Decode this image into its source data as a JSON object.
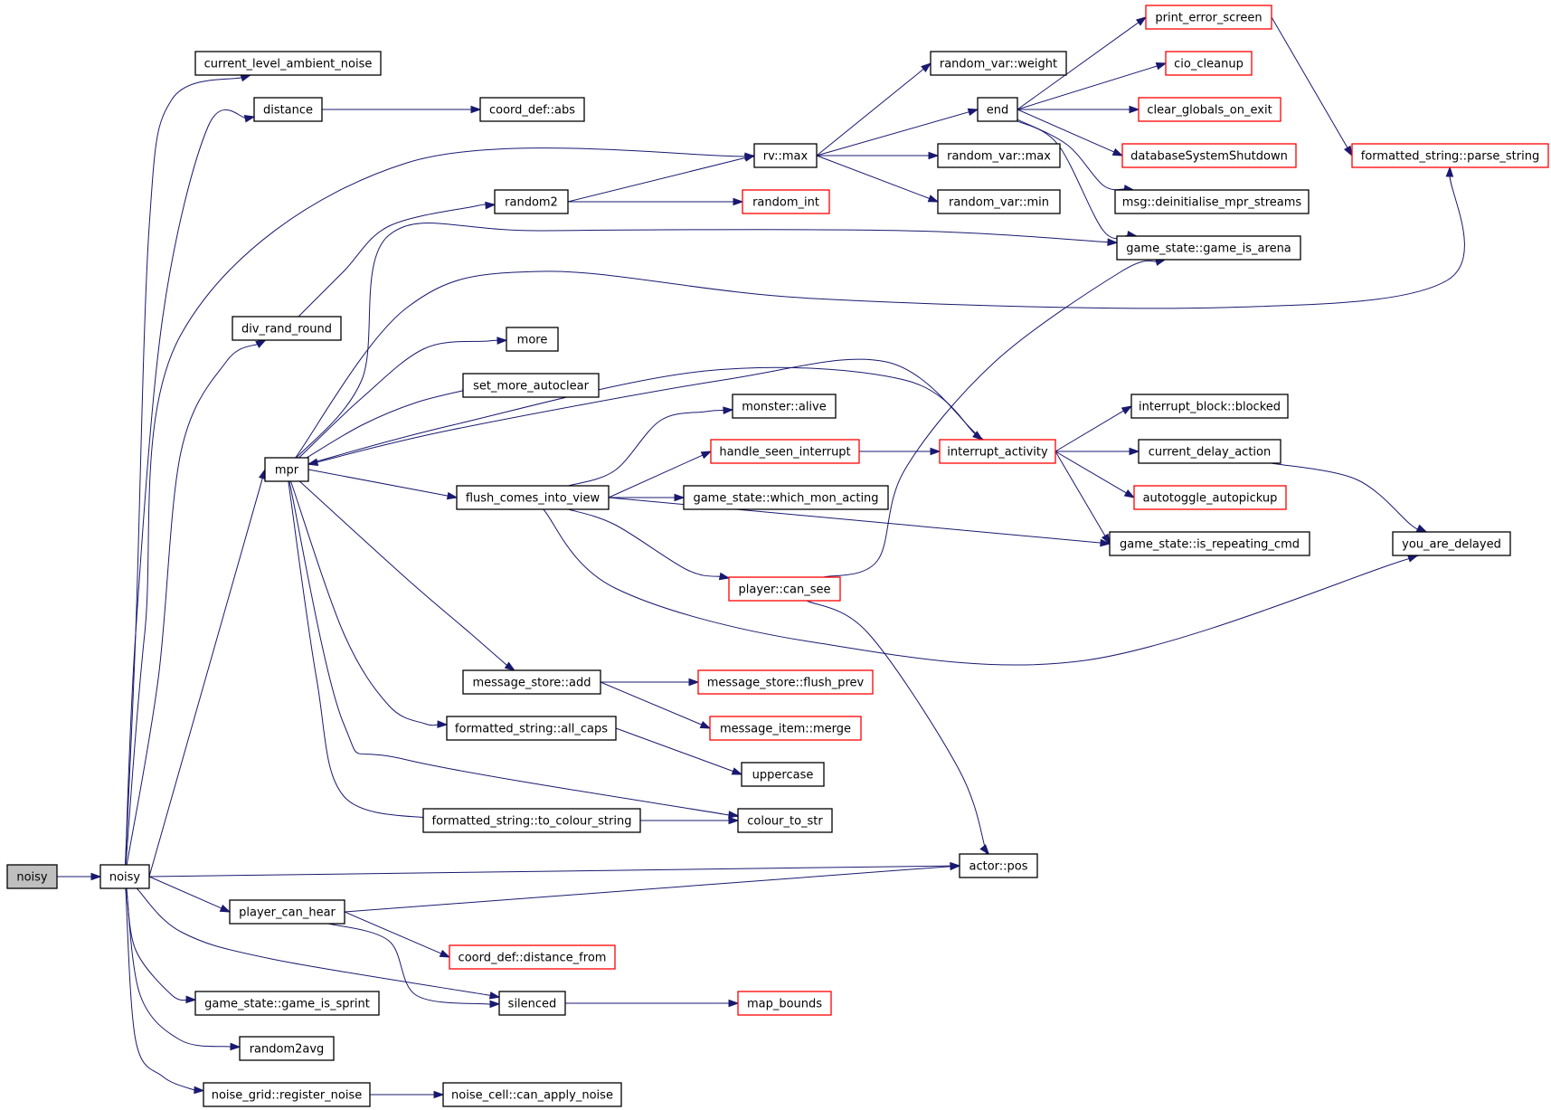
{
  "colors": {
    "edge": "#191970",
    "node_border": "#000000",
    "truncated_node_border": "#ff0000",
    "root_fill": "#bfbfbf"
  },
  "nodes": [
    {
      "id": "noisy_root",
      "label": "noisy",
      "style": "root"
    },
    {
      "id": "noisy",
      "label": "noisy",
      "style": "black"
    },
    {
      "id": "current_level_ambient_noise",
      "label": "current_level_ambient_noise",
      "style": "black"
    },
    {
      "id": "distance",
      "label": "distance",
      "style": "black"
    },
    {
      "id": "coord_def_abs",
      "label": "coord_def::abs",
      "style": "black"
    },
    {
      "id": "rv_max",
      "label": "rv::max",
      "style": "black"
    },
    {
      "id": "random2",
      "label": "random2",
      "style": "black"
    },
    {
      "id": "random_int",
      "label": "random_int",
      "style": "red"
    },
    {
      "id": "random_var_weight",
      "label": "random_var::weight",
      "style": "black"
    },
    {
      "id": "end",
      "label": "end",
      "style": "black"
    },
    {
      "id": "random_var_max",
      "label": "random_var::max",
      "style": "black"
    },
    {
      "id": "random_var_min",
      "label": "random_var::min",
      "style": "black"
    },
    {
      "id": "print_error_screen",
      "label": "print_error_screen",
      "style": "red"
    },
    {
      "id": "cio_cleanup",
      "label": "cio_cleanup",
      "style": "red"
    },
    {
      "id": "clear_globals_on_exit",
      "label": "clear_globals_on_exit",
      "style": "red"
    },
    {
      "id": "databaseSystemShutdown",
      "label": "databaseSystemShutdown",
      "style": "red"
    },
    {
      "id": "msg_deinitialise",
      "label": "msg::deinitialise_mpr_streams",
      "style": "black"
    },
    {
      "id": "game_is_arena",
      "label": "game_state::game_is_arena",
      "style": "black"
    },
    {
      "id": "parse_string",
      "label": "formatted_string::parse_string",
      "style": "red"
    },
    {
      "id": "div_rand_round",
      "label": "div_rand_round",
      "style": "black"
    },
    {
      "id": "mpr",
      "label": "mpr",
      "style": "black"
    },
    {
      "id": "more",
      "label": "more",
      "style": "black"
    },
    {
      "id": "set_more_autoclear",
      "label": "set_more_autoclear",
      "style": "black"
    },
    {
      "id": "monster_alive",
      "label": "monster::alive",
      "style": "black"
    },
    {
      "id": "handle_seen_interrupt",
      "label": "handle_seen_interrupt",
      "style": "red"
    },
    {
      "id": "interrupt_activity",
      "label": "interrupt_activity",
      "style": "red"
    },
    {
      "id": "interrupt_block_blocked",
      "label": "interrupt_block::blocked",
      "style": "black"
    },
    {
      "id": "current_delay_action",
      "label": "current_delay_action",
      "style": "black"
    },
    {
      "id": "autotoggle_autopickup",
      "label": "autotoggle_autopickup",
      "style": "red"
    },
    {
      "id": "flush_comes_into_view",
      "label": "flush_comes_into_view",
      "style": "black"
    },
    {
      "id": "which_mon_acting",
      "label": "game_state::which_mon_acting",
      "style": "black"
    },
    {
      "id": "is_repeating_cmd",
      "label": "game_state::is_repeating_cmd",
      "style": "black"
    },
    {
      "id": "you_are_delayed",
      "label": "you_are_delayed",
      "style": "black"
    },
    {
      "id": "player_can_see",
      "label": "player::can_see",
      "style": "red"
    },
    {
      "id": "message_store_add",
      "label": "message_store::add",
      "style": "black"
    },
    {
      "id": "message_store_flush_prev",
      "label": "message_store::flush_prev",
      "style": "red"
    },
    {
      "id": "message_item_merge",
      "label": "message_item::merge",
      "style": "red"
    },
    {
      "id": "all_caps",
      "label": "formatted_string::all_caps",
      "style": "black"
    },
    {
      "id": "uppercase",
      "label": "uppercase",
      "style": "black"
    },
    {
      "id": "to_colour_string",
      "label": "formatted_string::to_colour_string",
      "style": "black"
    },
    {
      "id": "colour_to_str",
      "label": "colour_to_str",
      "style": "black"
    },
    {
      "id": "actor_pos",
      "label": "actor::pos",
      "style": "black"
    },
    {
      "id": "player_can_hear",
      "label": "player_can_hear",
      "style": "black"
    },
    {
      "id": "distance_from",
      "label": "coord_def::distance_from",
      "style": "red"
    },
    {
      "id": "silenced",
      "label": "silenced",
      "style": "black"
    },
    {
      "id": "map_bounds",
      "label": "map_bounds",
      "style": "red"
    },
    {
      "id": "game_is_sprint",
      "label": "game_state::game_is_sprint",
      "style": "black"
    },
    {
      "id": "random2avg",
      "label": "random2avg",
      "style": "black"
    },
    {
      "id": "register_noise",
      "label": "noise_grid::register_noise",
      "style": "black"
    },
    {
      "id": "can_apply_noise",
      "label": "noise_cell::can_apply_noise",
      "style": "black"
    }
  ],
  "edges": [
    [
      "noisy_root",
      "noisy"
    ],
    [
      "noisy",
      "current_level_ambient_noise"
    ],
    [
      "noisy",
      "distance"
    ],
    [
      "distance",
      "coord_def_abs"
    ],
    [
      "noisy",
      "rv_max"
    ],
    [
      "noisy",
      "div_rand_round"
    ],
    [
      "div_rand_round",
      "random2"
    ],
    [
      "random2",
      "rv_max"
    ],
    [
      "random2",
      "random_int"
    ],
    [
      "rv_max",
      "random_var_weight"
    ],
    [
      "rv_max",
      "end"
    ],
    [
      "rv_max",
      "random_var_max"
    ],
    [
      "rv_max",
      "random_var_min"
    ],
    [
      "end",
      "print_error_screen"
    ],
    [
      "end",
      "cio_cleanup"
    ],
    [
      "end",
      "clear_globals_on_exit"
    ],
    [
      "end",
      "databaseSystemShutdown"
    ],
    [
      "end",
      "msg_deinitialise"
    ],
    [
      "end",
      "game_is_arena"
    ],
    [
      "print_error_screen",
      "parse_string"
    ],
    [
      "noisy",
      "mpr"
    ],
    [
      "mpr",
      "game_is_arena"
    ],
    [
      "mpr",
      "parse_string"
    ],
    [
      "mpr",
      "more"
    ],
    [
      "mpr",
      "set_more_autoclear"
    ],
    [
      "mpr",
      "interrupt_activity"
    ],
    [
      "mpr",
      "flush_comes_into_view"
    ],
    [
      "mpr",
      "message_store_add"
    ],
    [
      "mpr",
      "all_caps"
    ],
    [
      "mpr",
      "to_colour_string"
    ],
    [
      "mpr",
      "colour_to_str"
    ],
    [
      "interrupt_activity",
      "mpr"
    ],
    [
      "flush_comes_into_view",
      "monster_alive"
    ],
    [
      "flush_comes_into_view",
      "handle_seen_interrupt"
    ],
    [
      "flush_comes_into_view",
      "which_mon_acting"
    ],
    [
      "flush_comes_into_view",
      "is_repeating_cmd"
    ],
    [
      "flush_comes_into_view",
      "player_can_see"
    ],
    [
      "flush_comes_into_view",
      "you_are_delayed"
    ],
    [
      "handle_seen_interrupt",
      "interrupt_activity"
    ],
    [
      "interrupt_activity",
      "interrupt_block_blocked"
    ],
    [
      "interrupt_activity",
      "current_delay_action"
    ],
    [
      "interrupt_activity",
      "autotoggle_autopickup"
    ],
    [
      "interrupt_activity",
      "is_repeating_cmd"
    ],
    [
      "current_delay_action",
      "you_are_delayed"
    ],
    [
      "player_can_see",
      "game_is_arena"
    ],
    [
      "player_can_see",
      "actor_pos"
    ],
    [
      "message_store_add",
      "message_store_flush_prev"
    ],
    [
      "message_store_add",
      "message_item_merge"
    ],
    [
      "all_caps",
      "uppercase"
    ],
    [
      "to_colour_string",
      "colour_to_str"
    ],
    [
      "noisy",
      "actor_pos"
    ],
    [
      "noisy",
      "player_can_hear"
    ],
    [
      "player_can_hear",
      "actor_pos"
    ],
    [
      "player_can_hear",
      "distance_from"
    ],
    [
      "player_can_hear",
      "silenced"
    ],
    [
      "noisy",
      "silenced"
    ],
    [
      "silenced",
      "map_bounds"
    ],
    [
      "noisy",
      "game_is_sprint"
    ],
    [
      "noisy",
      "random2avg"
    ],
    [
      "noisy",
      "register_noise"
    ],
    [
      "register_noise",
      "can_apply_noise"
    ]
  ]
}
